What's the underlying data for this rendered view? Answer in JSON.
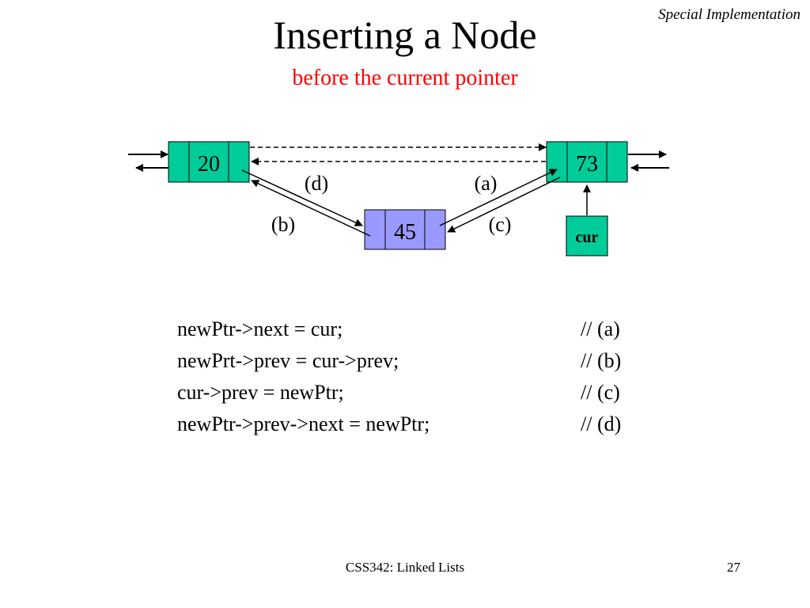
{
  "corner_label": "Special Implementation",
  "title": "Inserting a Node",
  "subtitle": "before the current pointer",
  "diagram": {
    "nodes": [
      {
        "id": "left",
        "value": "20",
        "color": "#00cc99"
      },
      {
        "id": "new",
        "value": "45",
        "color": "#9999ff"
      },
      {
        "id": "right",
        "value": "73",
        "color": "#00cc99"
      }
    ],
    "pointer_labels": {
      "a": "(a)",
      "b": "(b)",
      "c": "(c)",
      "d": "(d)"
    },
    "cur_label": "cur",
    "cur_color": "#00cc99"
  },
  "code": [
    {
      "stmt": "newPtr->next = cur;",
      "comment": "// (a)"
    },
    {
      "stmt": "newPrt->prev = cur->prev;",
      "comment": "// (b)"
    },
    {
      "stmt": "cur->prev = newPtr;",
      "comment": "// (c)"
    },
    {
      "stmt": "newPtr->prev->next = newPtr;",
      "comment": "// (d)"
    }
  ],
  "footer": "CSS342: Linked Lists",
  "page_number": "27"
}
